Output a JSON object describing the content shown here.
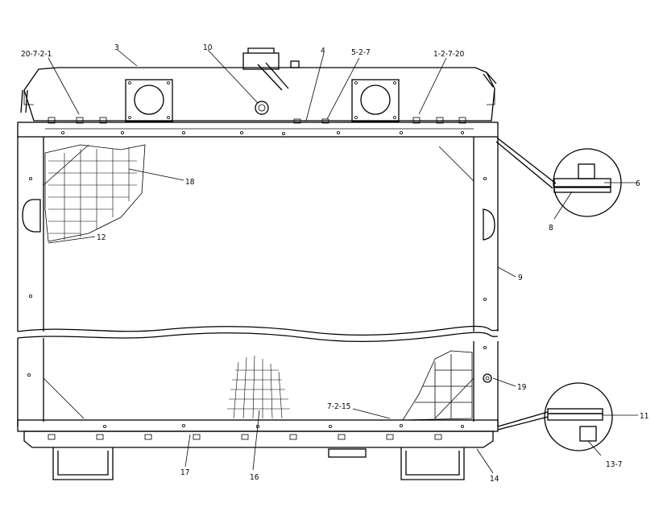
{
  "callouts": [
    {
      "id": "c-20-7-2-1",
      "text": "20-7-2-1"
    },
    {
      "id": "c-3",
      "text": "3"
    },
    {
      "id": "c-10",
      "text": "10"
    },
    {
      "id": "c-4",
      "text": "4"
    },
    {
      "id": "c-5-2-7",
      "text": "5-2-7"
    },
    {
      "id": "c-1-2-7-20",
      "text": "1-2-7-20"
    },
    {
      "id": "c-18",
      "text": "18"
    },
    {
      "id": "c-6",
      "text": "6"
    },
    {
      "id": "c-8",
      "text": "8"
    },
    {
      "id": "c-12",
      "text": "12"
    },
    {
      "id": "c-9",
      "text": "9"
    },
    {
      "id": "c-19",
      "text": "19"
    },
    {
      "id": "c-7-2-15",
      "text": "7-2-15"
    },
    {
      "id": "c-11",
      "text": "11"
    },
    {
      "id": "c-13-7",
      "text": "13-7"
    },
    {
      "id": "c-17",
      "text": "17"
    },
    {
      "id": "c-16",
      "text": "16"
    },
    {
      "id": "c-14",
      "text": "14"
    }
  ]
}
